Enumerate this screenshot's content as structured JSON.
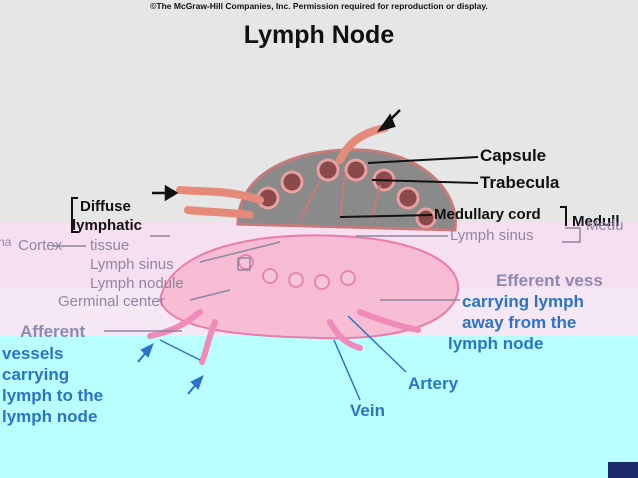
{
  "copyright": "©The McGraw-Hill Companies, Inc. Permission required for reproduction or display.",
  "title": "Lymph Node",
  "labels": {
    "capsule": "Capsule",
    "trabecula": "Trabecula",
    "diffuse_line1": "Diffuse",
    "diffuse_line2": "lymphatic",
    "tissue": "tissue",
    "cortex": "Cortex",
    "cortex_fragment": "na",
    "medullary_cord": "Medullary cord",
    "medulla_fragment": "Medull",
    "medulla_fragment2": "Medu",
    "lymph_sinus_right": "Lymph sinus",
    "lymph_sinus_left": "Lymph sinus",
    "lymph_nodule": "Lymph nodule",
    "germinal_center": "Germinal center",
    "efferent_line1": "Efferent vess",
    "efferent_line2": "carrying lymph",
    "efferent_line3": "away from the",
    "efferent_line4": "lymph node",
    "afferent_line1": "Afferent",
    "afferent_line2": "vessels",
    "afferent_line3": "carrying",
    "afferent_line4": "lymph to the",
    "afferent_line5": "lymph node",
    "artery": "Artery",
    "vein": "Vein"
  },
  "colors": {
    "background_top": "#e6e6e6",
    "background_bottom": "#b9ffff",
    "label_blue": "#2b73c8",
    "label_grey": "#8e86a0",
    "node_grey": "#8a8a8a",
    "node_pink": "#f2a6c6",
    "vessel_salmon": "#e58a78"
  }
}
